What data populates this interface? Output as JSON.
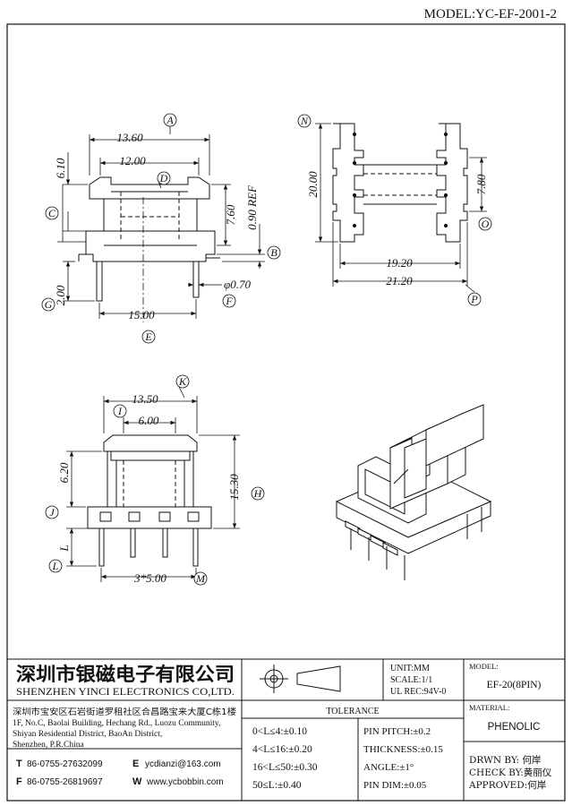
{
  "model_label": "MODEL:YC-EF-2001-2",
  "dims": {
    "d1360": "13.60",
    "d1200": "12.00",
    "d610": "6.10",
    "d760": "7.60",
    "d090": "0.90 REF",
    "d200": "2.00",
    "d1500": "15.00",
    "d070": "φ0.70",
    "d2000": "20.00",
    "d780": "7.80",
    "d1920": "19.20",
    "d2120": "21.20",
    "d1350": "13.50",
    "d600": "6.00",
    "d620": "6.20",
    "d1530": "15.30",
    "dL": "L",
    "d3x5": "3*5.00"
  },
  "bubbles": {
    "A": "A",
    "B": "B",
    "C": "C",
    "D": "D",
    "E": "E",
    "F": "F",
    "G": "G",
    "H": "H",
    "I": "I",
    "J": "J",
    "K": "K",
    "L": "L",
    "M": "M",
    "N": "N",
    "O": "O",
    "P": "P"
  },
  "company": {
    "name_cn": "深圳市银磁电子有限公司",
    "name_en": "SHENZHEN YINCI ELECTRONICS CO,LTD.",
    "addr1": "深圳市宝安区石岩街道罗租社区合昌路宝来大厦C栋1楼",
    "addr2": "1F, No.C, Baolai Building, Hechang Rd., Luozu Community,",
    "addr3": "Shiyan Residential District, BaoAn District,",
    "addr4": "Shenzhen, P.R.China",
    "tel_label": "T",
    "tel": "86-0755-27632099",
    "fax_label": "F",
    "fax": "86-0755-26819697",
    "email_label": "E",
    "email": "ycdianzi@163.com",
    "web_label": "W",
    "web": "www.ycbobbin.com"
  },
  "units": {
    "unit": "UNIT:MM",
    "scale": "SCALE:1/1",
    "ul": "UL REC:94V-0"
  },
  "tolerance": {
    "title": "TOLERANCE",
    "rows": [
      "0<L≤4:±0.10",
      "4<L≤16:±0.20",
      "16<L≤50:±0.30",
      "50≤L:±0.40"
    ],
    "rows_right": [
      "PIN PITCH:±0.2",
      "THICKNESS:±0.15",
      "ANGLE:±1°",
      "PIN DIM:±0.05"
    ]
  },
  "model_box": {
    "label": "MODEL:",
    "value": "EF-20(8PIN)"
  },
  "material_box": {
    "label": "MATERIAL:",
    "value": "PHENOLIC"
  },
  "approval": {
    "drwn": "DRWN BY: 何岸",
    "check": "CHECK BY:黄丽仪",
    "approved": "APPROVED:何岸"
  }
}
